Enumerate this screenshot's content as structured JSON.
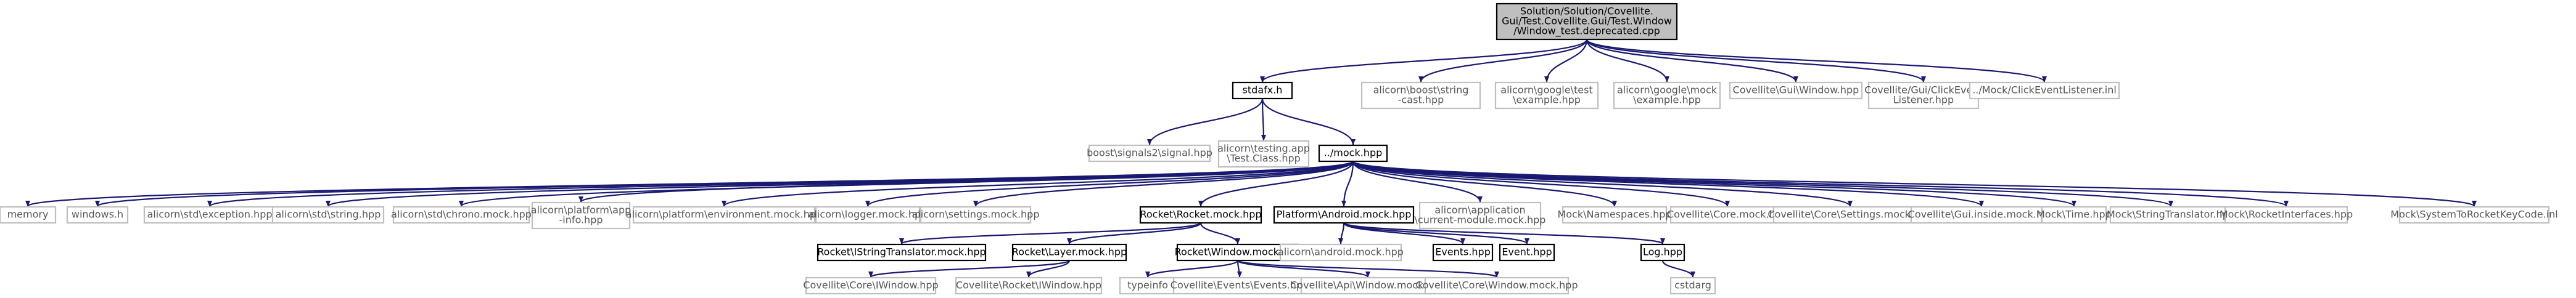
{
  "colors": {
    "edge": "#191970",
    "root_fill": "#bfbfbf",
    "root_border": "#000000",
    "doc_border": "#000000",
    "plain_border": "#bfbfbf",
    "text": "#000000",
    "plain_text": "#555555",
    "background": "#ffffff"
  },
  "nodes": [
    {
      "id": "root",
      "style": "root",
      "lines": [
        "Solution/Solution/Covellite.",
        "Gui/Test.Covellite.Gui/Test.Window",
        "/Window_test.deprecated.cpp"
      ]
    },
    {
      "id": "stdafx",
      "style": "doc",
      "lines": [
        "stdafx.h"
      ]
    },
    {
      "id": "lexical_cast",
      "style": "plain",
      "lines": [
        "alicorn\\boost\\string",
        "-cast.hpp"
      ]
    },
    {
      "id": "gtest",
      "style": "plain",
      "lines": [
        "alicorn\\google\\test",
        "\\example.hpp"
      ]
    },
    {
      "id": "gmock",
      "style": "plain",
      "lines": [
        "alicorn\\google\\mock",
        "\\example.hpp"
      ]
    },
    {
      "id": "gui_window",
      "style": "plain",
      "lines": [
        "Covellite\\Gui\\Window.hpp"
      ]
    },
    {
      "id": "click_listener",
      "style": "plain",
      "lines": [
        "Covellite/Gui/ClickEvent",
        "Listener.hpp"
      ]
    },
    {
      "id": "click_listener_inl",
      "style": "plain",
      "lines": [
        "../Mock/ClickEventListener.inl"
      ]
    },
    {
      "id": "signal",
      "style": "plain",
      "lines": [
        "boost\\signals2\\signal.hpp"
      ]
    },
    {
      "id": "testing_app",
      "style": "plain",
      "lines": [
        "alicorn\\testing.app",
        "\\Test.Class.hpp"
      ]
    },
    {
      "id": "mock",
      "style": "doc",
      "lines": [
        "../mock.hpp"
      ]
    },
    {
      "id": "memory",
      "style": "plain",
      "lines": [
        "memory"
      ]
    },
    {
      "id": "windows",
      "style": "plain",
      "lines": [
        "windows.h"
      ]
    },
    {
      "id": "exception",
      "style": "plain",
      "lines": [
        "alicorn\\std\\exception.hpp"
      ]
    },
    {
      "id": "string",
      "style": "plain",
      "lines": [
        "alicorn\\std\\string.hpp"
      ]
    },
    {
      "id": "chrono",
      "style": "plain",
      "lines": [
        "alicorn\\std\\chrono.mock.hpp"
      ]
    },
    {
      "id": "platform_app",
      "style": "plain",
      "lines": [
        "alicorn\\platform\\app",
        "-info.hpp"
      ]
    },
    {
      "id": "platform_env",
      "style": "plain",
      "lines": [
        "alicorn\\platform\\environment.mock.hpp"
      ]
    },
    {
      "id": "logger",
      "style": "plain",
      "lines": [
        "alicorn\\logger.mock.hpp"
      ]
    },
    {
      "id": "settings",
      "style": "plain",
      "lines": [
        "alicorn\\settings.mock.hpp"
      ]
    },
    {
      "id": "rocket",
      "style": "doc",
      "lines": [
        "Rocket\\Rocket.mock.hpp"
      ]
    },
    {
      "id": "android",
      "style": "doc",
      "lines": [
        "Platform\\Android.mock.hpp"
      ]
    },
    {
      "id": "current_module",
      "style": "plain",
      "lines": [
        "alicorn\\application",
        "\\current-module.mock.hpp"
      ]
    },
    {
      "id": "namespaces",
      "style": "plain",
      "lines": [
        "Mock\\Namespaces.hpp"
      ]
    },
    {
      "id": "core_mock",
      "style": "plain",
      "lines": [
        "Covellite\\Core.mock.hpp"
      ]
    },
    {
      "id": "core_settings",
      "style": "plain",
      "lines": [
        "Covellite\\Core\\Settings.mock.hpp"
      ]
    },
    {
      "id": "gui_inside",
      "style": "plain",
      "lines": [
        "Covellite\\Gui.inside.mock.hpp"
      ]
    },
    {
      "id": "mock_time",
      "style": "plain",
      "lines": [
        "Mock\\Time.hpp"
      ]
    },
    {
      "id": "string_translator",
      "style": "plain",
      "lines": [
        "Mock\\StringTranslator.hpp"
      ]
    },
    {
      "id": "rocket_interfaces",
      "style": "plain",
      "lines": [
        "Mock\\RocketInterfaces.hpp"
      ]
    },
    {
      "id": "system_to_rocket",
      "style": "plain",
      "lines": [
        "Mock\\SystemToRocketKeyCode.inl"
      ]
    },
    {
      "id": "istring_translator",
      "style": "doc",
      "lines": [
        "Rocket\\IStringTranslator.mock.hpp"
      ]
    },
    {
      "id": "rocket_layer",
      "style": "doc",
      "lines": [
        "Rocket\\Layer.mock.hpp"
      ]
    },
    {
      "id": "rocket_window",
      "style": "doc",
      "lines": [
        "Rocket\\Window.mock.hpp"
      ]
    },
    {
      "id": "android_mock",
      "style": "plain",
      "lines": [
        "alicorn\\android.mock.hpp"
      ]
    },
    {
      "id": "events",
      "style": "doc",
      "lines": [
        "Events.hpp"
      ]
    },
    {
      "id": "event",
      "style": "doc",
      "lines": [
        "Event.hpp"
      ]
    },
    {
      "id": "log",
      "style": "doc",
      "lines": [
        "Log.hpp"
      ]
    },
    {
      "id": "core_iwindow",
      "style": "plain",
      "lines": [
        "Covellite\\Core\\IWindow.hpp"
      ]
    },
    {
      "id": "rocket_iwindow",
      "style": "plain",
      "lines": [
        "Covellite\\Rocket\\IWindow.hpp"
      ]
    },
    {
      "id": "typeinfo",
      "style": "plain",
      "lines": [
        "typeinfo"
      ]
    },
    {
      "id": "events_events",
      "style": "plain",
      "lines": [
        "Covellite\\Events\\Events.hpp"
      ]
    },
    {
      "id": "api_window",
      "style": "plain",
      "lines": [
        "Covellite\\Api\\Window.mock.hpp"
      ]
    },
    {
      "id": "core_window",
      "style": "plain",
      "lines": [
        "Covellite\\Core\\Window.mock.hpp"
      ]
    },
    {
      "id": "cstdarg",
      "style": "plain",
      "lines": [
        "cstdarg"
      ]
    }
  ],
  "edges": [
    [
      "root",
      "stdafx"
    ],
    [
      "root",
      "lexical_cast"
    ],
    [
      "root",
      "gtest"
    ],
    [
      "root",
      "gmock"
    ],
    [
      "root",
      "gui_window"
    ],
    [
      "root",
      "click_listener"
    ],
    [
      "root",
      "click_listener_inl"
    ],
    [
      "stdafx",
      "signal"
    ],
    [
      "stdafx",
      "testing_app"
    ],
    [
      "stdafx",
      "mock"
    ],
    [
      "mock",
      "memory"
    ],
    [
      "mock",
      "windows"
    ],
    [
      "mock",
      "exception"
    ],
    [
      "mock",
      "string"
    ],
    [
      "mock",
      "chrono"
    ],
    [
      "mock",
      "platform_app"
    ],
    [
      "mock",
      "platform_env"
    ],
    [
      "mock",
      "logger"
    ],
    [
      "mock",
      "settings"
    ],
    [
      "mock",
      "rocket"
    ],
    [
      "mock",
      "android"
    ],
    [
      "mock",
      "current_module"
    ],
    [
      "mock",
      "namespaces"
    ],
    [
      "mock",
      "core_mock"
    ],
    [
      "mock",
      "core_settings"
    ],
    [
      "mock",
      "gui_inside"
    ],
    [
      "mock",
      "mock_time"
    ],
    [
      "mock",
      "string_translator"
    ],
    [
      "mock",
      "rocket_interfaces"
    ],
    [
      "mock",
      "system_to_rocket"
    ],
    [
      "rocket",
      "istring_translator"
    ],
    [
      "rocket",
      "rocket_layer"
    ],
    [
      "rocket",
      "rocket_window"
    ],
    [
      "rocket_layer",
      "core_iwindow"
    ],
    [
      "rocket_layer",
      "rocket_iwindow"
    ],
    [
      "rocket_window",
      "typeinfo"
    ],
    [
      "rocket_window",
      "events_events"
    ],
    [
      "rocket_window",
      "api_window"
    ],
    [
      "rocket_window",
      "core_window"
    ],
    [
      "android",
      "android_mock"
    ],
    [
      "android",
      "events"
    ],
    [
      "android",
      "event"
    ],
    [
      "android",
      "log"
    ],
    [
      "log",
      "cstdarg"
    ]
  ]
}
